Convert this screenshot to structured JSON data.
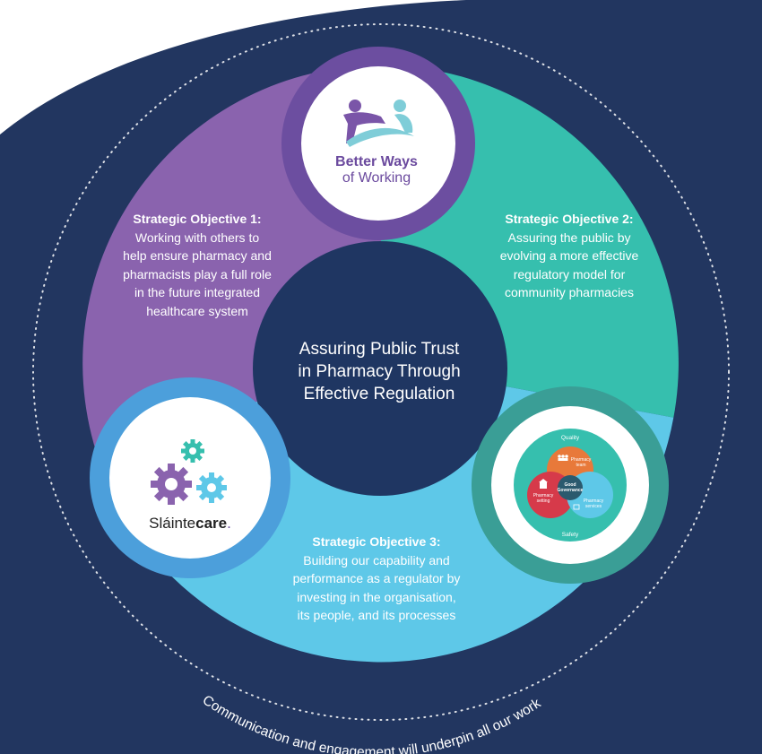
{
  "center": {
    "lines": [
      "Assuring Public Trust",
      "in Pharmacy Through",
      "Effective Regulation"
    ]
  },
  "objectives": [
    {
      "heading": "Strategic Objective 1:",
      "lines": [
        "Working with others to",
        "help ensure pharmacy and",
        "pharmacists play a full role",
        "in the future integrated",
        "healthcare system"
      ]
    },
    {
      "heading": "Strategic Objective 2:",
      "lines": [
        "Assuring the public by",
        "evolving a more effective",
        "regulatory model for",
        "community pharmacies"
      ]
    },
    {
      "heading": "Strategic Objective 3:",
      "lines": [
        "Building our capability and",
        "performance as a regulator by",
        "investing in the organisation,",
        "its people, and its processes"
      ]
    }
  ],
  "better_ways": {
    "line1": "Better Ways",
    "line2": "of Working"
  },
  "slaintecare": {
    "part1": "Sláinte",
    "part2": "care",
    "dot": "."
  },
  "model": {
    "quality": "Quality",
    "safety": "Safety",
    "team": [
      "Pharmacy",
      "team"
    ],
    "governance": [
      "Good",
      "Governance"
    ],
    "setting": [
      "Pharmacy",
      "setting"
    ],
    "services": [
      "Pharmacy",
      "services"
    ]
  },
  "arc_text": "Communication and engagement will underpin all our work",
  "colors": {
    "navy": "#223660",
    "purple": "#8a63ae",
    "teal": "#36bfae",
    "sky": "#5ec8e8",
    "center": "#1f3662",
    "ring_purple": "#6c4ea0",
    "ring_blue": "#4c9fdb",
    "ring_teal": "#3a9e96"
  }
}
